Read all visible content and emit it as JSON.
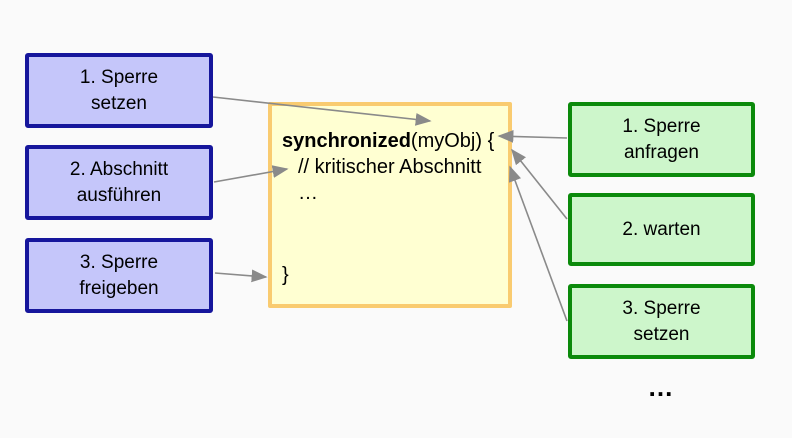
{
  "diagram": {
    "title_semantics": "synchronized block locking steps",
    "background_color": "#fafafa",
    "arrow_color": "#8a8a8a"
  },
  "left_column": {
    "fill_color": "#c5c6fa",
    "border_color": "#16169c",
    "items": [
      {
        "lines": [
          "1. Sperre",
          "setzen"
        ]
      },
      {
        "lines": [
          "2. Abschnitt",
          "ausführen"
        ]
      },
      {
        "lines": [
          "3. Sperre",
          "freigeben"
        ]
      }
    ]
  },
  "code_box": {
    "fill_color": "#ffffd2",
    "border_color": "#f9cb70",
    "line1_keyword": "synchronized",
    "line1_rest": "(myObj) {",
    "line2": "// kritischer Abschnitt",
    "line3": "…",
    "line4": "}"
  },
  "right_column": {
    "fill_color": "#cdf6cb",
    "border_color": "#0b8a0b",
    "items": [
      {
        "lines": [
          "1. Sperre",
          "anfragen"
        ]
      },
      {
        "lines": [
          "2. warten"
        ]
      },
      {
        "lines": [
          "3. Sperre",
          "setzen"
        ]
      }
    ],
    "ellipsis": "…"
  }
}
